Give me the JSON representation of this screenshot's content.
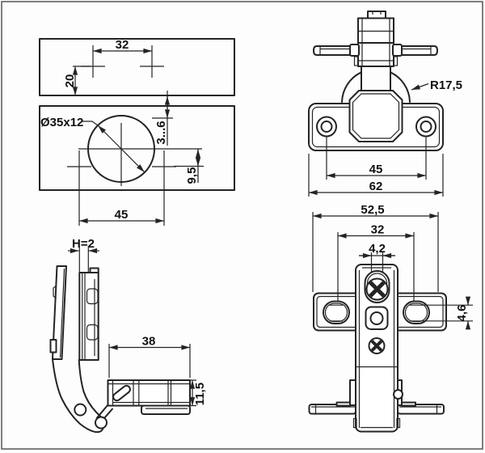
{
  "drawing_type": "cabinet-hinge-technical-drawing",
  "colors": {
    "line": "#242424",
    "background": "#fdfdfd",
    "frame": "#555555"
  },
  "labels": {
    "drill": {
      "hole_spacing": "32",
      "edge_distance": "20",
      "cup_bore": "Ø35x12",
      "cup_edge_gap": "3...6",
      "screw_offset": "9,5",
      "screw_spacing": "45"
    },
    "front": {
      "cup_radius": "R17,5",
      "screw_spacing": "45",
      "overall_width": "62"
    },
    "plate": {
      "overall_width": "52,5",
      "hole_spacing": "32",
      "slot_width": "4,2",
      "slot_height": "4,6"
    },
    "side": {
      "plate_height": "H=2",
      "cup_position": "38",
      "cup_height": "11,5"
    }
  }
}
